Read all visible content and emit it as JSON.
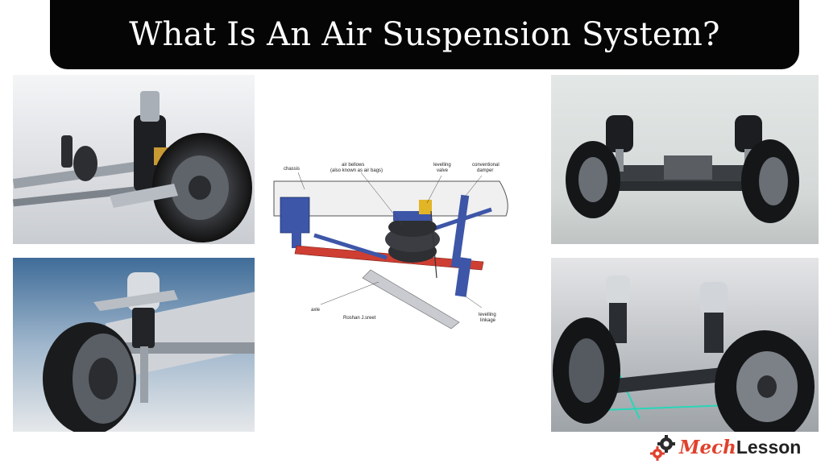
{
  "title": "What Is An Air Suspension System?",
  "diagram": {
    "labels": {
      "chassis": "chassis",
      "air_bellows_1": "air bellows",
      "air_bellows_2": "(also known as air bags)",
      "levelling_valve_1": "levelling",
      "levelling_valve_2": "valve",
      "damper_1": "conventional",
      "damper_2": "damper",
      "axle": "axle",
      "levelling_linkage_1": "levelling",
      "levelling_linkage_2": "linkage",
      "credit": "Roshan J.sreet"
    }
  },
  "logo": {
    "part1": "Mech",
    "part2": "Lesson"
  },
  "colors": {
    "banner": "#050505",
    "accent_red": "#e0412c",
    "diagram_blue": "#3d56a8",
    "diagram_red": "#cf3e32"
  }
}
